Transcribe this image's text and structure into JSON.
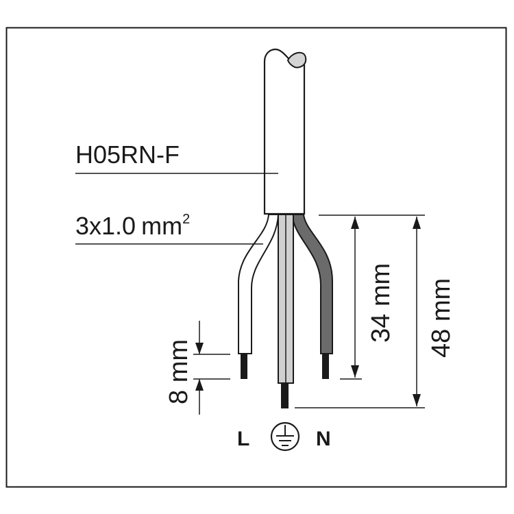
{
  "diagram": {
    "type": "cable-stripping-dimensions",
    "cable_type_label": "H05RN-F",
    "cross_section_label": "3x1.0",
    "cross_section_unit": "mm",
    "cross_section_superscript": "2",
    "dimensions": {
      "outer_strip": "48 mm",
      "inner_strip": "34 mm",
      "conductor_strip": "8 mm"
    },
    "terminals": {
      "live": "L",
      "earth": "earth-ground-symbol",
      "neutral": "N"
    },
    "colors": {
      "outline": "#1a1a1a",
      "sheath": "#ffffff",
      "sheath_cut_end": "#d4d4d4",
      "earth_wire": "#d0d0d0",
      "neutral_wire": "#6b6b6b",
      "live_wire": "#ffffff",
      "bare_conductor": "#1a1a1a"
    }
  }
}
